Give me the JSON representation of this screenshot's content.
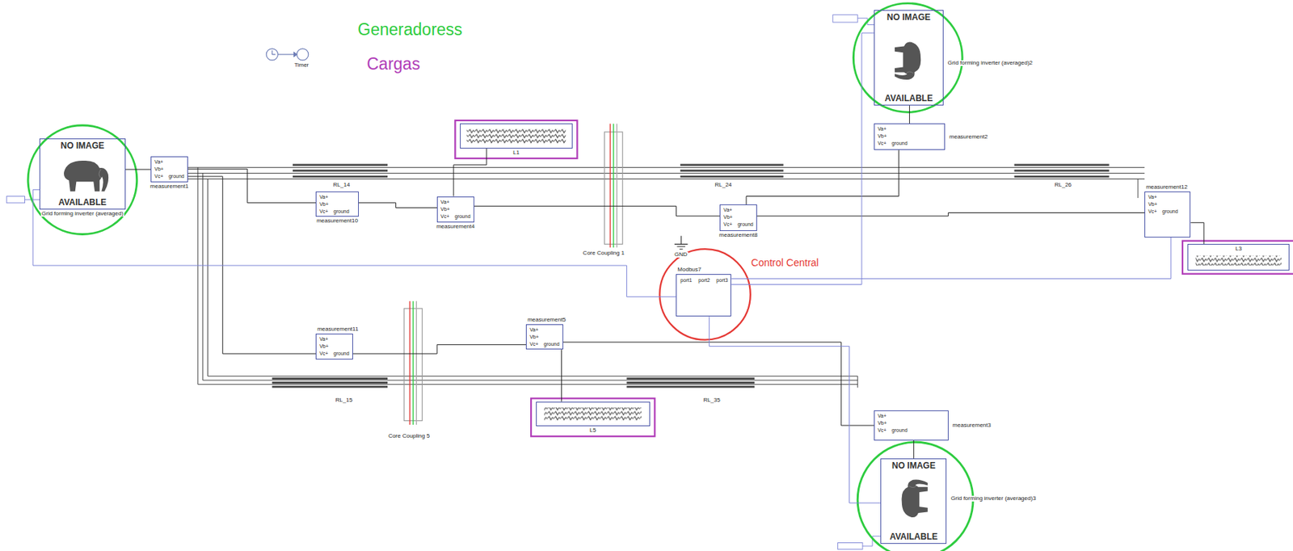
{
  "diagram": {
    "nodes": [
      {
        "text": [
          "NO IMAGE",
          "AVAILABLE",
          "Grid forming inverter (averaged)2"
        ]
      },
      {
        "text": [
          "measurement2",
          "Va+",
          "Vb+",
          "Vc+",
          "ground"
        ]
      },
      {
        "text": [
          "L1"
        ]
      },
      {
        "text": [
          "NO IMAGE",
          "AVAILABLE",
          "Grid forming inverter (averaged)"
        ]
      },
      {
        "text": [
          "measurement1",
          "Va+",
          "Vb+",
          "Vc+",
          "ground"
        ]
      },
      {
        "text": [
          "measurement10",
          "Va+",
          "Vb+",
          "Vc+",
          "ground"
        ]
      },
      {
        "text": [
          "measurement4",
          "Va+",
          "Vb+",
          "Vc+",
          "ground"
        ]
      },
      {
        "text": [
          "measurement8",
          "Va+",
          "Vb+",
          "Vc+",
          "ground"
        ]
      },
      {
        "text": [
          "measurement12",
          "Va+",
          "Vb+",
          "Vc+",
          "ground"
        ]
      },
      {
        "text": [
          "L3"
        ]
      },
      {
        "text": [
          "Modbus7",
          "port1",
          "port2",
          "port3"
        ]
      },
      {
        "text": [
          "measurement11",
          "Va+",
          "Vb+",
          "Vc+",
          "ground"
        ]
      },
      {
        "text": [
          "measurement5",
          "Va+",
          "Vb+",
          "Vc+",
          "ground"
        ]
      },
      {
        "text": [
          "L5"
        ]
      },
      {
        "text": [
          "measurement3",
          "Va+",
          "Vb+",
          "Vc+",
          "ground"
        ]
      },
      {
        "text": [
          "NO IMAGE",
          "AVAILABLE",
          "Grid forming inverter (averaged)3"
        ]
      }
    ],
    "edges": [
      {
        "from": 3,
        "to": 4,
        "arrow": "none"
      },
      {
        "from": 4,
        "to": 5,
        "arrow": "none"
      },
      {
        "from": 5,
        "to": 6,
        "arrow": "none"
      },
      {
        "from": 6,
        "to": 2,
        "arrow": "none"
      },
      {
        "from": 6,
        "to": 7,
        "arrow": "none"
      },
      {
        "from": 7,
        "to": 8,
        "arrow": "none"
      },
      {
        "from": 8,
        "to": 9,
        "arrow": "none"
      },
      {
        "from": 0,
        "to": 1,
        "arrow": "none"
      },
      {
        "from": 1,
        "to": 7,
        "arrow": "none"
      },
      {
        "from": 4,
        "to": 11,
        "arrow": "none"
      },
      {
        "from": 11,
        "to": 12,
        "arrow": "none"
      },
      {
        "from": 12,
        "to": 13,
        "arrow": "none"
      },
      {
        "from": 12,
        "to": 14,
        "arrow": "none"
      },
      {
        "from": 14,
        "to": 15,
        "arrow": "none"
      },
      {
        "from": 10,
        "to": 0,
        "arrow": "none"
      },
      {
        "from": 10,
        "to": 15,
        "arrow": "none"
      },
      {
        "from": 10,
        "to": 3,
        "arrow": "none"
      },
      {
        "from": 10,
        "to": 8,
        "arrow": "none"
      }
    ],
    "labels": [
      "Generadoress",
      "Cargas",
      "Timer",
      "RL_14",
      "RL_24",
      "RL_26",
      "Core Coupling 1",
      "GND",
      "Control Central",
      "RL_15",
      "Core Coupling 5",
      "RL_35"
    ]
  }
}
